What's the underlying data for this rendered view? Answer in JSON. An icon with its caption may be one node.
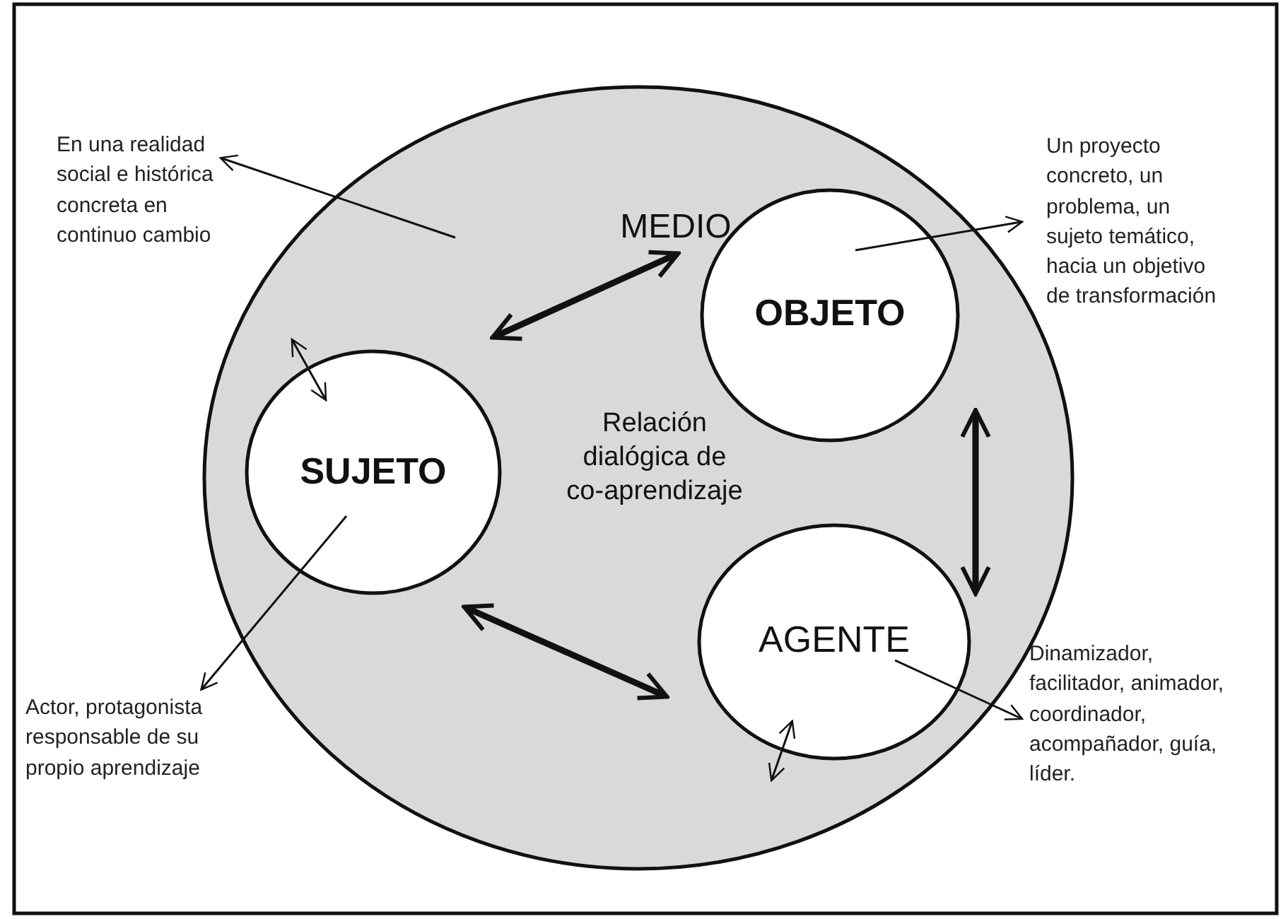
{
  "diagram": {
    "nodes": [
      {
        "text": [
          "MEDIO",
          "Relación dialógica de co-aprendizaje"
        ]
      },
      {
        "text": [
          "OBJETO"
        ],
        "in": 0
      },
      {
        "text": [
          "SUJETO"
        ],
        "in": 0
      },
      {
        "text": [
          "AGENTE"
        ],
        "in": 0
      },
      {
        "text": [
          "En una realidad social e histórica concreta en continuo cambio"
        ]
      },
      {
        "text": [
          "Un proyecto concreto, un problema, un sujeto temático, hacia un objetivo de transformación"
        ]
      },
      {
        "text": [
          "Actor, protagonista responsable de su propio aprendizaje"
        ]
      },
      {
        "text": [
          "Dinamizador, facilitador, animador, coordinador, acompañador, guía, líder."
        ]
      }
    ],
    "edges": [
      {
        "from": 2,
        "to": 1,
        "arrow": "both",
        "style": "thick"
      },
      {
        "from": 1,
        "to": 3,
        "arrow": "both",
        "style": "thick"
      },
      {
        "from": 2,
        "to": 3,
        "arrow": "both",
        "style": "thick"
      },
      {
        "from": null,
        "to": 2,
        "arrow": "both"
      },
      {
        "from": 3,
        "to": null,
        "arrow": "both"
      },
      {
        "from": null,
        "to": 4,
        "arrow": "to"
      },
      {
        "from": 1,
        "to": 5,
        "arrow": "to"
      },
      {
        "from": 2,
        "to": 6,
        "arrow": "to"
      },
      {
        "from": 3,
        "to": 7,
        "arrow": "to"
      }
    ]
  }
}
